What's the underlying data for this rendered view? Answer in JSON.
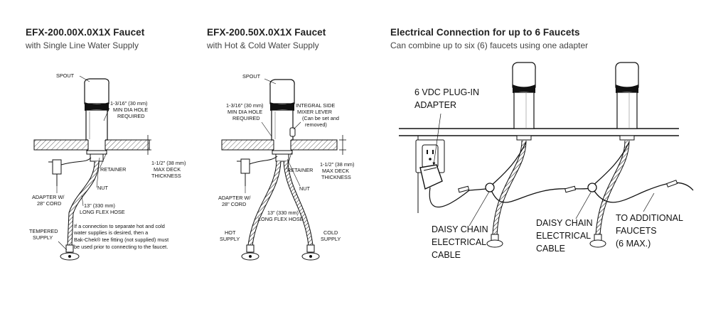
{
  "panels": [
    {
      "title": "EFX-200.00X.0X1X Faucet",
      "subtitle": "with Single Line Water Supply"
    },
    {
      "title": "EFX-200.50X.0X1X Faucet",
      "subtitle": "with Hot & Cold Water Supply"
    },
    {
      "title": "Electrical Connection for up to 6 Faucets",
      "subtitle": "Can combine up to six (6) faucets using one adapter"
    }
  ],
  "single": {
    "spout": "SPOUT",
    "hole": [
      "1-3/16\" (30 mm)",
      "MIN DIA HOLE",
      "REQUIRED"
    ],
    "retainer": "RETAINER",
    "deck": [
      "1-1/2\" (38 mm)",
      "MAX DECK",
      "THICKNESS"
    ],
    "nut": "NUT",
    "adapter": [
      "ADAPTER W/",
      "28\" CORD"
    ],
    "hose": [
      "13\" (330 mm)",
      "LONG FLEX HOSE"
    ],
    "tempered": [
      "TEMPERED",
      "SUPPLY"
    ],
    "note": [
      "If a connection to separate hot and cold",
      "water supplies is desired, then a",
      "Bak-Chek® tee fitting (not supplied) must",
      "be used prior to connecting to the faucet."
    ]
  },
  "dual": {
    "spout": "SPOUT",
    "hole": [
      "1-3/16\" (30 mm)",
      "MIN DIA HOLE",
      "REQUIRED"
    ],
    "mixer": [
      "INTEGRAL SIDE",
      "MIXER LEVER",
      "(Can be set and",
      "removed)"
    ],
    "retainer": "RETAINER",
    "deck": [
      "1-1/2\" (38 mm)",
      "MAX DECK",
      "THICKNESS"
    ],
    "nut": "NUT",
    "adapter": [
      "ADAPTER W/",
      "28\" CORD"
    ],
    "hose": [
      "13\" (330 mm)",
      "LONG FLEX HOSE"
    ],
    "hot": [
      "HOT",
      "SUPPLY"
    ],
    "cold": [
      "COLD",
      "SUPPLY"
    ]
  },
  "electrical": {
    "plugin": [
      "6 VDC PLUG-IN",
      "ADAPTER"
    ],
    "daisy1": [
      "DAISY CHAIN",
      "ELECTRICAL",
      "CABLE"
    ],
    "daisy2": [
      "DAISY CHAIN",
      "ELECTRICAL",
      "CABLE"
    ],
    "additional": [
      "TO ADDITIONAL",
      "FAUCETS",
      "(6 MAX.)"
    ]
  }
}
